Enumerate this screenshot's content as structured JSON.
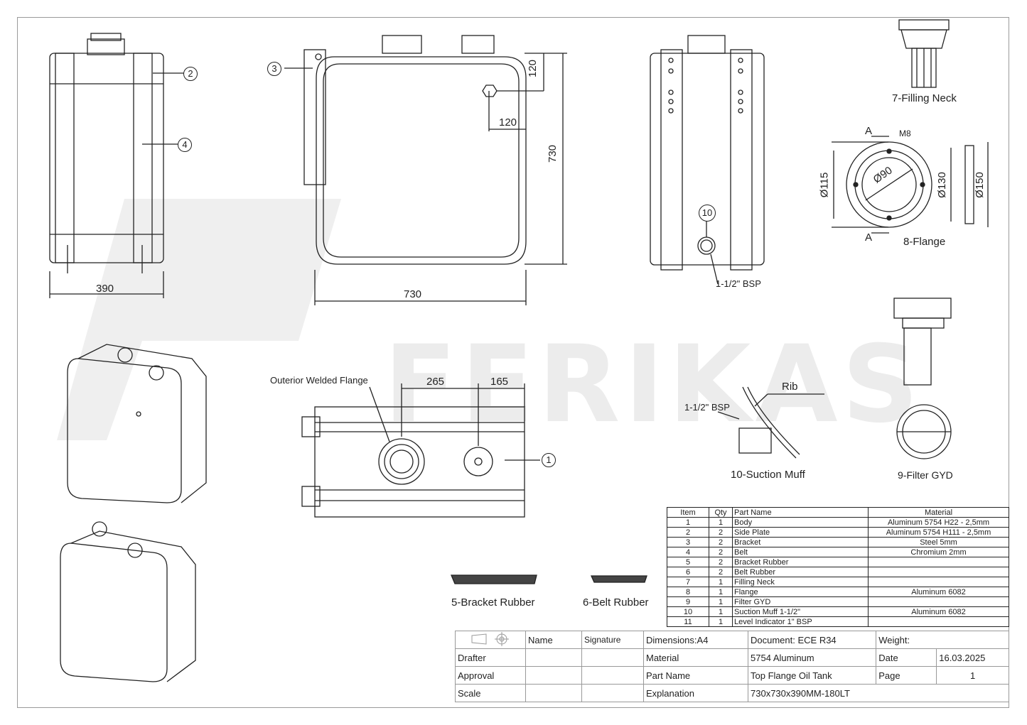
{
  "watermark": "FERIKAS",
  "callouts": {
    "c1": "1",
    "c2": "2",
    "c3": "3",
    "c4": "4",
    "c10": "10"
  },
  "dimensions": {
    "side_width": "390",
    "front_width": "730",
    "front_height": "730",
    "level_height": "120",
    "level_offset": "120",
    "top_a": "265",
    "top_b": "165",
    "flange_d115": "Ø115",
    "flange_d90": "Ø90",
    "flange_d130": "Ø130",
    "flange_d150": "Ø150",
    "flange_bolt": "M8",
    "section_a1": "A",
    "section_a2": "A"
  },
  "labels": {
    "bsp_suction": "1-1/2\" BSP",
    "outer_flange": "Outerior Welded Flange",
    "filling_neck": "7-Filling Neck",
    "flange": "8-Flange",
    "filter": "9-Filter GYD",
    "suction_muff": "10-Suction Muff",
    "rib": "Rib",
    "muff_bsp": "1-1/2\" BSP",
    "bracket_rubber": "5-Bracket Rubber",
    "belt_rubber": "6-Belt Rubber"
  },
  "bom": {
    "headers": [
      "Item",
      "Qty",
      "Part Name",
      "Material"
    ],
    "rows": [
      [
        "1",
        "1",
        "Body",
        "Aluminum 5754 H22 - 2,5mm"
      ],
      [
        "2",
        "2",
        "Side Plate",
        "Aluminum 5754 H111 - 2,5mm"
      ],
      [
        "3",
        "2",
        "Bracket",
        "Steel 5mm"
      ],
      [
        "4",
        "2",
        "Belt",
        "Chromium 2mm"
      ],
      [
        "5",
        "2",
        "Bracket Rubber",
        ""
      ],
      [
        "6",
        "2",
        "Belt Rubber",
        ""
      ],
      [
        "7",
        "1",
        "Filling Neck",
        ""
      ],
      [
        "8",
        "1",
        "Flange",
        "Aluminum 6082"
      ],
      [
        "9",
        "1",
        "Filter GYD",
        ""
      ],
      [
        "10",
        "1",
        "Suction Muff 1-1/2\"",
        "Aluminum 6082"
      ],
      [
        "11",
        "1",
        "Level Indicator 1\" BSP",
        ""
      ]
    ]
  },
  "title_block": {
    "name": "Name",
    "signature": "Signature",
    "dimensions": "Dimensions:A4",
    "document": "Document: ECE R34",
    "weight": "Weight:",
    "drafter": "Drafter",
    "material_label": "Material",
    "material_value": "5754 Aluminum",
    "date_label": "Date",
    "date_value": "16.03.2025",
    "approval": "Approval",
    "part_name_label": "Part Name",
    "part_name_value": "Top Flange Oil Tank",
    "page_label": "Page",
    "page_value": "1",
    "scale": "Scale",
    "explanation_label": "Explanation",
    "explanation_value": "730x730x390MM-180LT"
  }
}
